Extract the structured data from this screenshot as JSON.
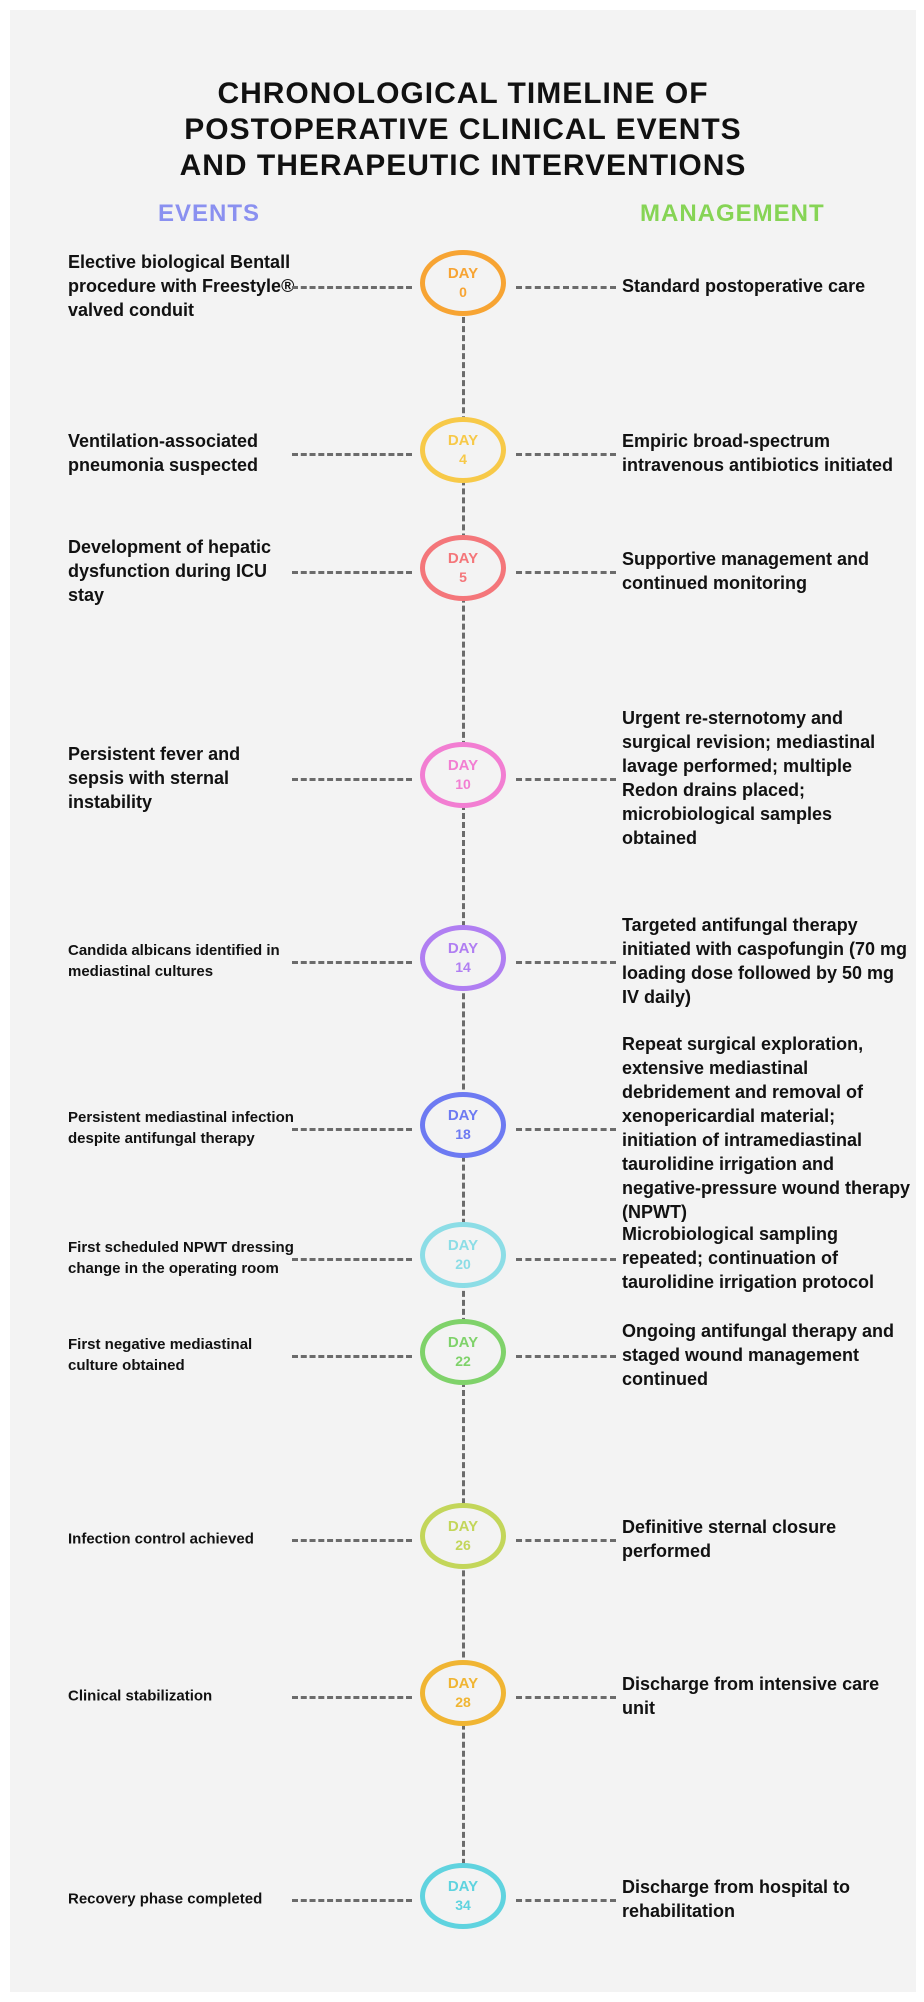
{
  "title_lines": [
    "CHRONOLOGICAL TIMELINE OF",
    "POSTOPERATIVE CLINICAL EVENTS",
    "AND THERAPEUTIC INTERVENTIONS"
  ],
  "events_header": "EVENTS",
  "management_header": "MANAGEMENT",
  "colors": {
    "events_header": "#8a90f0",
    "management_header": "#86d455"
  },
  "items": [
    {
      "day_label": "DAY",
      "day": "0",
      "color": "#f7a433",
      "event": "Elective biological Bentall procedure with Freestyle® valved conduit",
      "management": "Standard postoperative care"
    },
    {
      "day_label": "DAY",
      "day": "4",
      "color": "#f7c948",
      "event": "Ventilation-associated pneumonia suspected",
      "management": "Empiric broad-spectrum intravenous antibiotics initiated"
    },
    {
      "day_label": "DAY",
      "day": "5",
      "color": "#f4767a",
      "event": "Development of hepatic dysfunction during ICU stay",
      "management": "Supportive management and continued monitoring"
    },
    {
      "day_label": "DAY",
      "day": "10",
      "color": "#f27ed2",
      "event": "Persistent fever and sepsis with sternal instability",
      "management": "Urgent re-sternotomy and surgical revision; mediastinal lavage performed; multiple Redon drains placed; microbiological samples obtained"
    },
    {
      "day_label": "DAY",
      "day": "14",
      "color": "#b07ef2",
      "event": "Candida albicans identified in mediastinal cultures",
      "management": "Targeted antifungal therapy initiated with caspofungin (70 mg loading dose followed by 50 mg IV daily)"
    },
    {
      "day_label": "DAY",
      "day": "18",
      "color": "#6d7af2",
      "event": "Persistent mediastinal infection despite antifungal therapy",
      "management": "Repeat surgical exploration, extensive mediastinal debridement and removal of xenopericardial material; initiation of intramediastinal taurolidine irrigation and negative-pressure wound therapy (NPWT)"
    },
    {
      "day_label": "DAY",
      "day": "20",
      "color": "#8cdde6",
      "event": "First scheduled NPWT dressing change in the operating room",
      "management": "Microbiological sampling repeated; continuation of taurolidine irrigation protocol"
    },
    {
      "day_label": "DAY",
      "day": "22",
      "color": "#7fd26a",
      "event": "First negative mediastinal culture obtained",
      "management": "Ongoing antifungal therapy and staged wound management continued"
    },
    {
      "day_label": "DAY",
      "day": "26",
      "color": "#c3d65a",
      "event": "Infection control achieved",
      "management": "Definitive sternal closure performed"
    },
    {
      "day_label": "DAY",
      "day": "28",
      "color": "#f0b533",
      "event": "Clinical stabilization",
      "management": "Discharge from intensive care unit"
    },
    {
      "day_label": "DAY",
      "day": "34",
      "color": "#5fd3df",
      "event": "Recovery phase completed",
      "management": "Discharge from hospital to rehabilitation"
    }
  ]
}
